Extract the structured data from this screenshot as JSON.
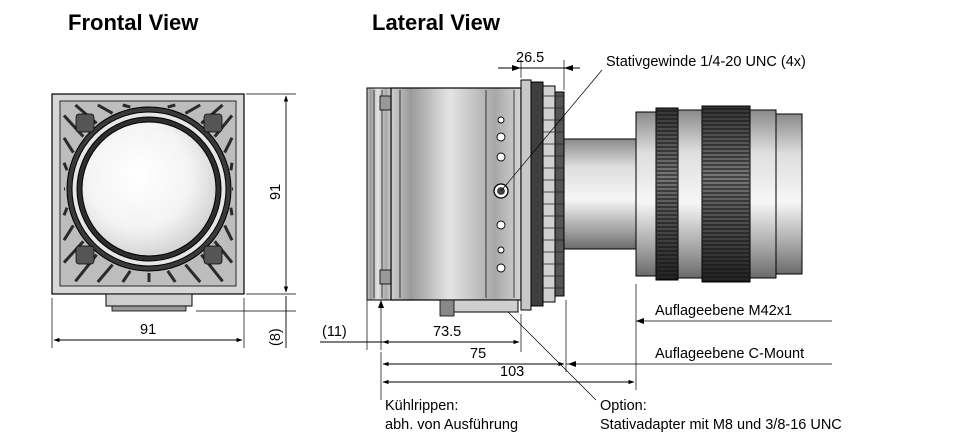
{
  "titles": {
    "frontal": "Frontal View",
    "lateral": "Lateral View"
  },
  "frontal": {
    "width": "91",
    "height": "91",
    "offset": "(8)"
  },
  "lateral": {
    "dim_top": "26.5",
    "dim_left": "(11)",
    "dim_a": "73.5",
    "dim_b": "75",
    "dim_c": "103"
  },
  "callouts": {
    "tripod_thread": "Stativgewinde 1/4-20 UNC (4x)",
    "flange_m42": "Auflageebene   M42x1",
    "flange_cmount": "Auflageebene C-Mount",
    "fins_line1": "Kühlrippen:",
    "fins_line2": "abh. von Ausführung",
    "option_line1": "Option:",
    "option_line2": "Stativadapter mit M8 und 3/8-16 UNC"
  },
  "colors": {
    "body_dark": "#3a3a3a",
    "body_mid": "#b0b0b0",
    "body_light": "#d9d9d9",
    "line": "#000000"
  }
}
